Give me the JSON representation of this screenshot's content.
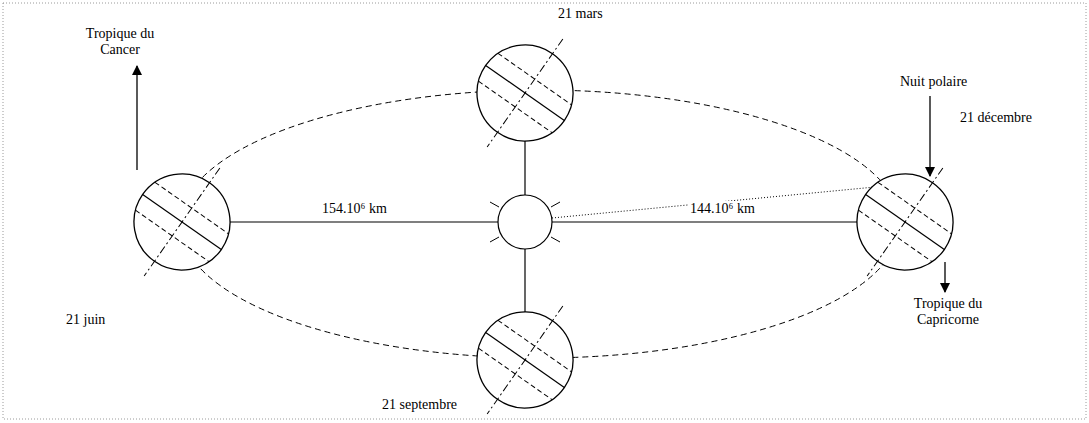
{
  "diagram": {
    "labels": [
      "21 mars",
      "Tropique du Cancer",
      "Nuit polaire",
      "21 décembre",
      "154.10⁶ km",
      "144.10⁶ km",
      "21 juin",
      "Tropique du Capricorne",
      "21 septembre"
    ]
  }
}
